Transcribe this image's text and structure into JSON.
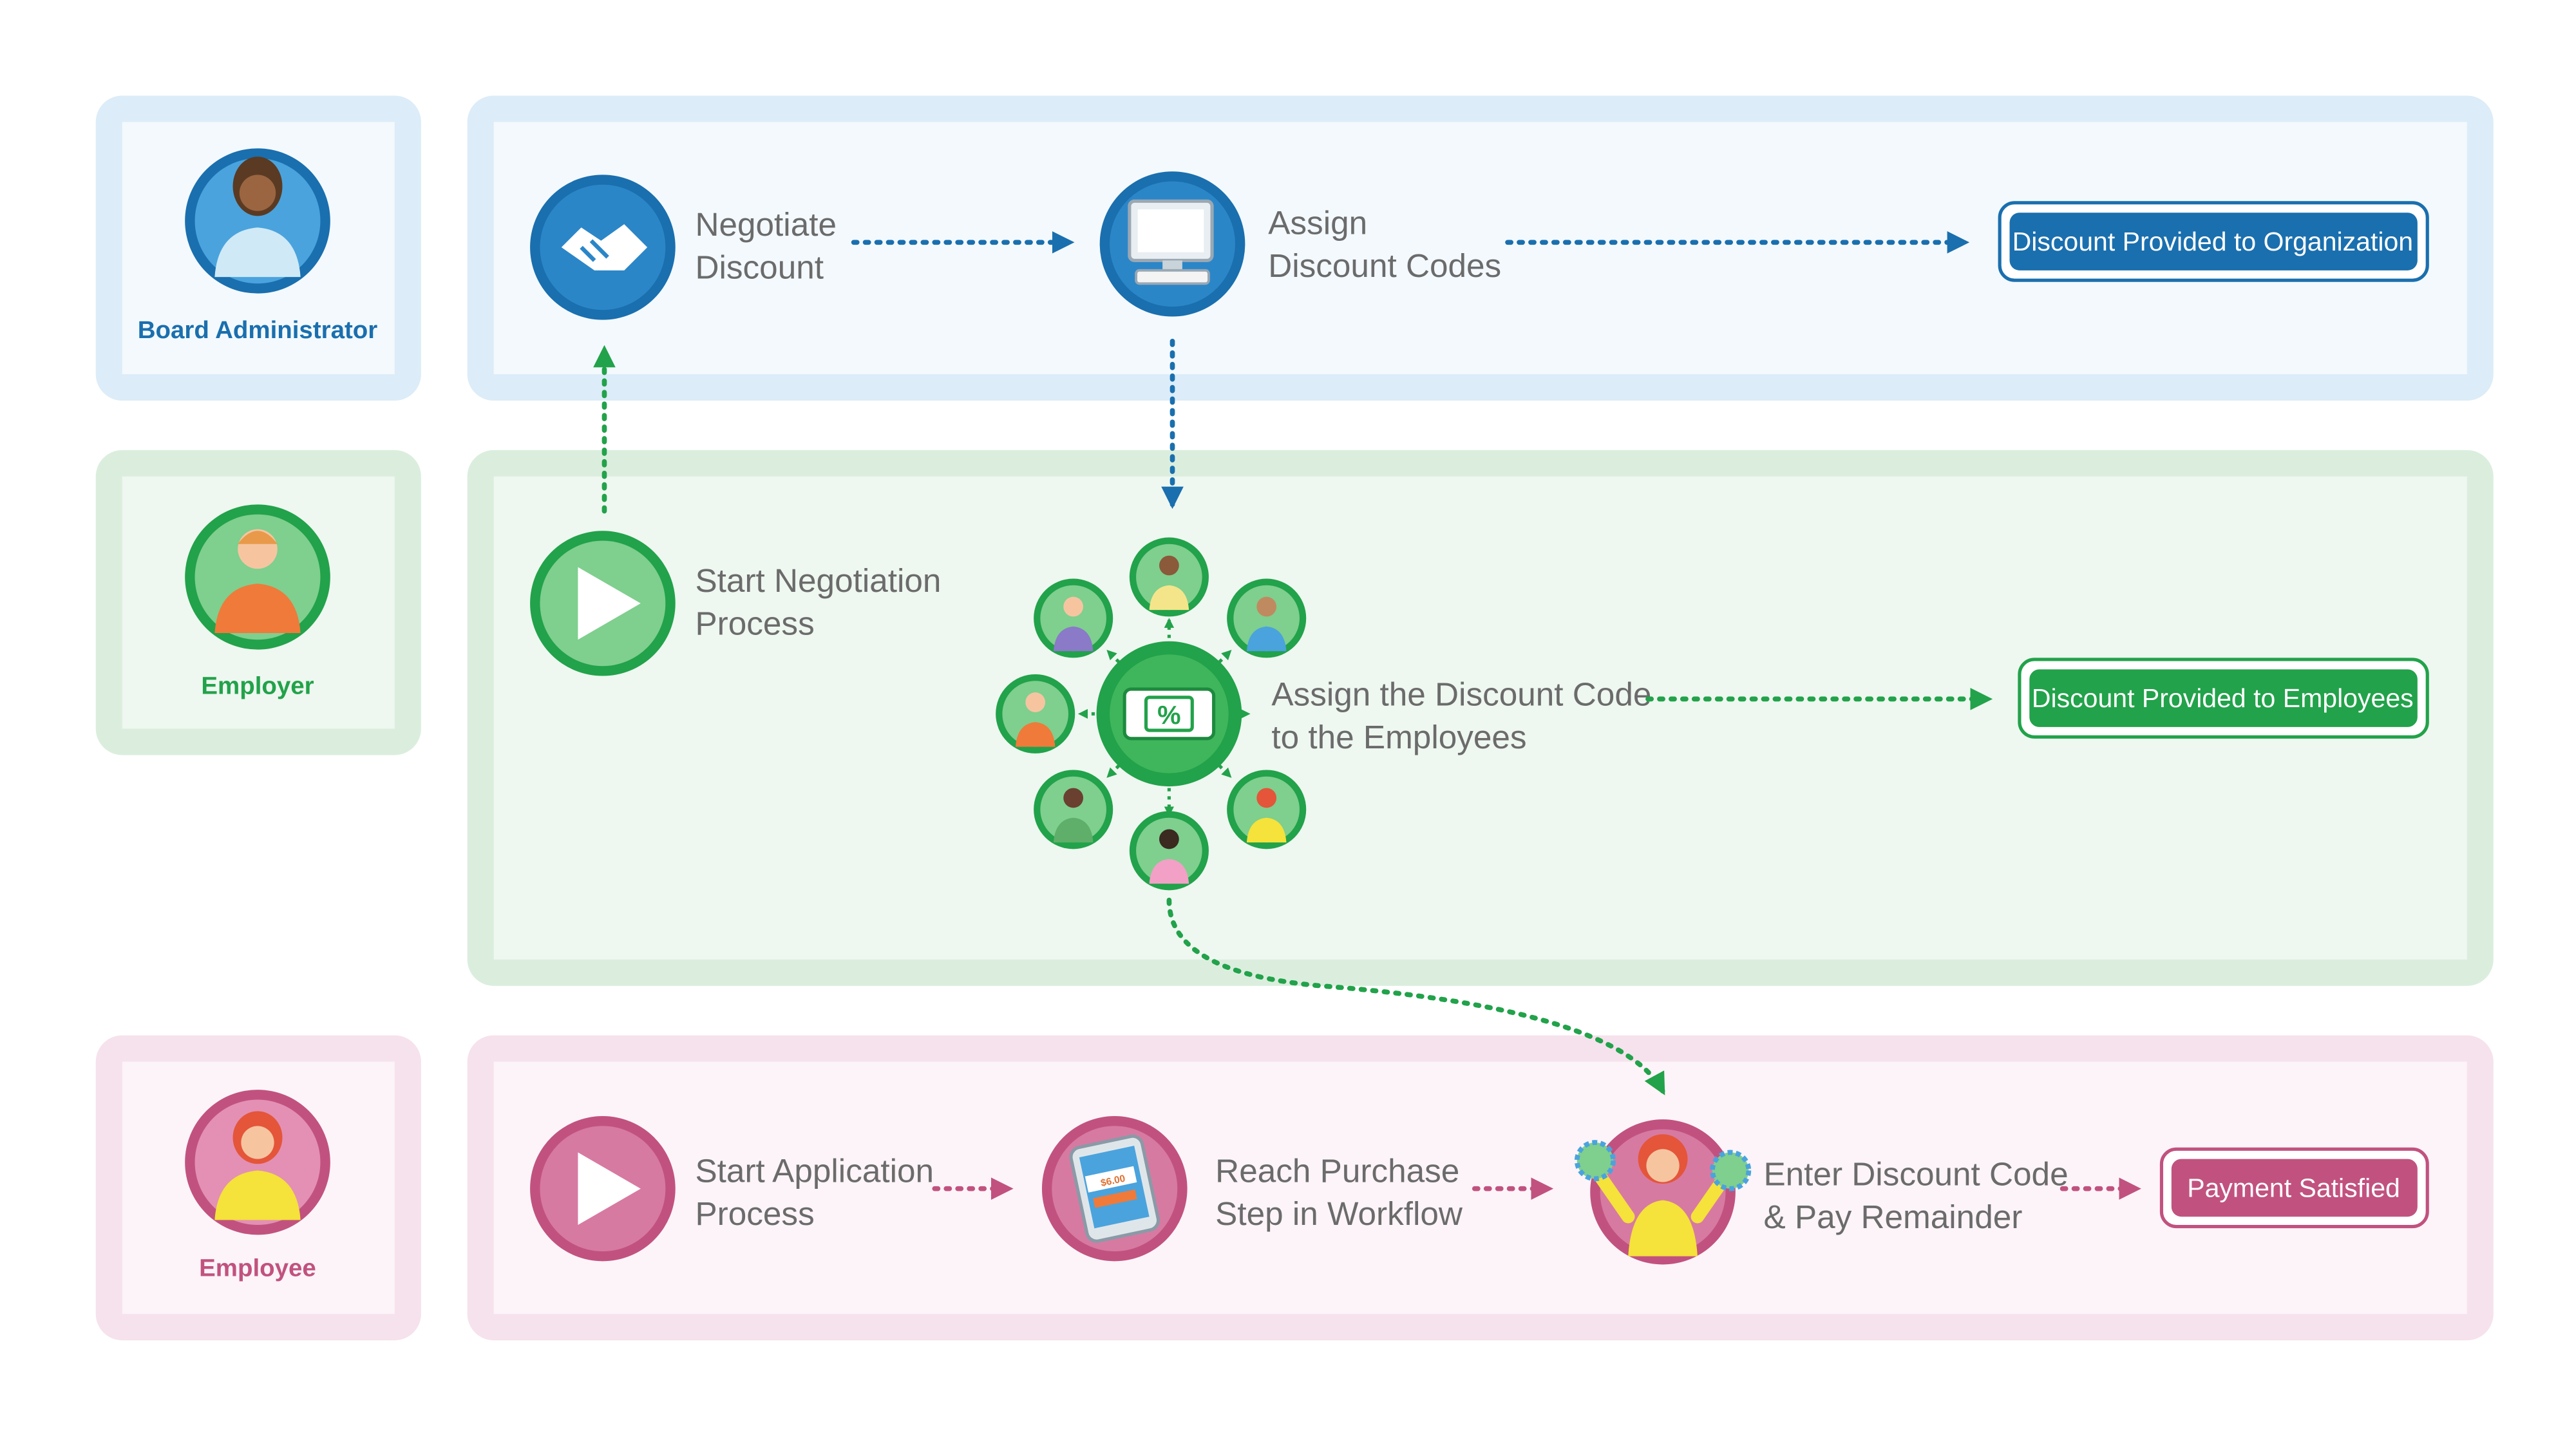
{
  "colors": {
    "admin": "#1a6fae",
    "employer": "#22a24a",
    "employee": "#c1527f",
    "admin_lane": "#dcecf8",
    "employer_lane": "#dbeede",
    "employee_lane": "#f6e2ec"
  },
  "lanes": [
    {
      "role": "Board Administrator",
      "steps": [
        "Negotiate Discount",
        "Assign Discount Codes"
      ],
      "outcome": "Discount Provided to Organization"
    },
    {
      "role": "Employer",
      "steps": [
        "Start Negotiation Process",
        "Assign the Discount Code to the Employees"
      ],
      "outcome": "Discount Provided to Employees"
    },
    {
      "role": "Employee",
      "steps": [
        "Start Application Process",
        "Reach Purchase Step in Workflow",
        "Enter Discount Code & Pay Remainder"
      ],
      "outcome": "Payment Satisfied"
    }
  ],
  "labels": {
    "negotiate_1": "Negotiate",
    "negotiate_2": "Discount",
    "assign_codes_1": "Assign",
    "assign_codes_2": "Discount Codes",
    "start_neg_1": "Start Negotiation",
    "start_neg_2": "Process",
    "assign_emp_1": "Assign the Discount Code",
    "assign_emp_2": "to the Employees",
    "start_app_1": "Start Application",
    "start_app_2": "Process",
    "reach_1": "Reach Purchase",
    "reach_2": "Step in Workflow",
    "enter_1": "Enter Discount Code",
    "enter_2": "& Pay Remainder"
  },
  "icons": {
    "negotiate": "handshake-icon",
    "assign_codes": "computer-icon",
    "start": "play-icon",
    "discount": "percent-ticket-icon",
    "purchase": "tablet-price-icon",
    "celebrate": "cheerleader-icon"
  },
  "screen_text": {
    "price": "$6.00"
  }
}
